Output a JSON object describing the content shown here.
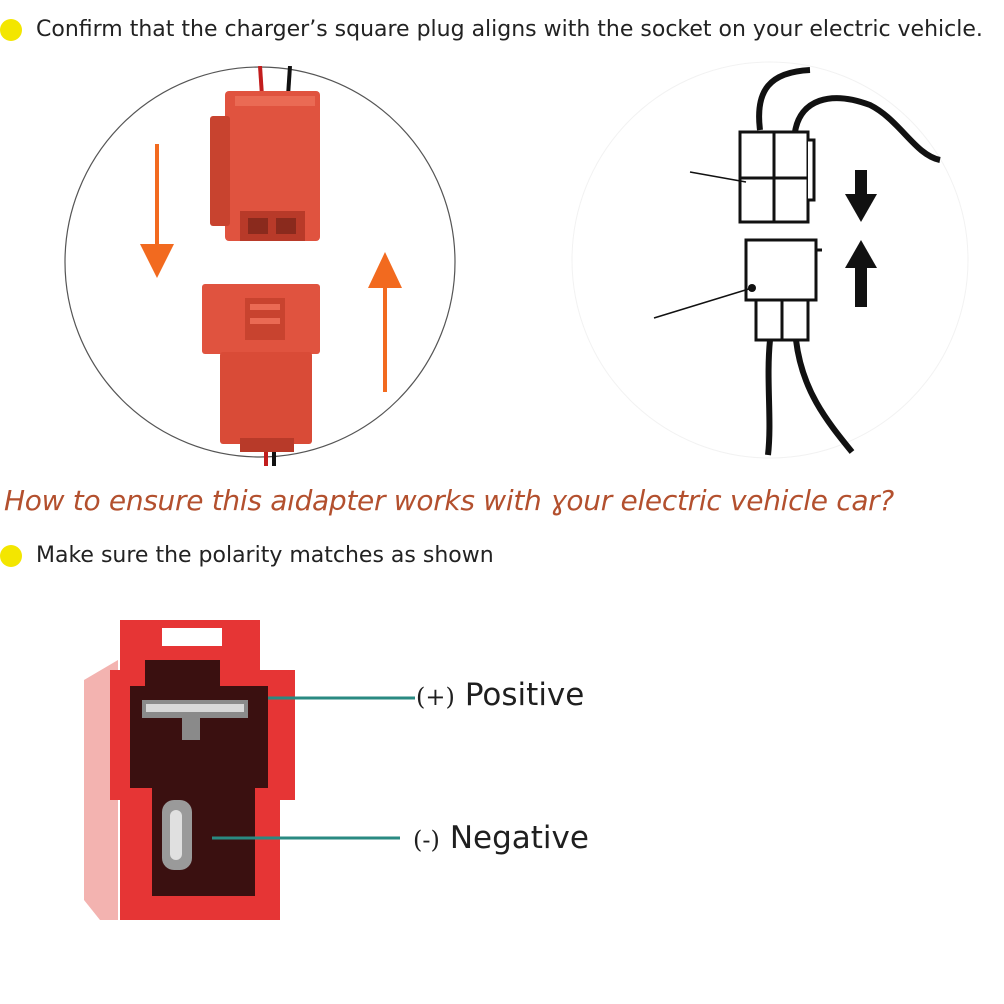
{
  "step1": {
    "text": "Confirm that the charger’s square plug aligns with the socket on your electric vehicle.",
    "dot_color": "#f3e600"
  },
  "question": {
    "text": "How to ensure this aıdapter works with ɣour electric vehicle car?",
    "color": "#b3502e"
  },
  "step2": {
    "text": "Make sure the polarity matches as shown",
    "dot_color": "#f3e600"
  },
  "polarity": {
    "positive": {
      "symbol": "(+)",
      "label": "Positive"
    },
    "negative": {
      "symbol": "(-)",
      "label": "Negative"
    }
  },
  "colors": {
    "plug_red": "#e0533f",
    "socket_red": "#e63535",
    "arrow_orange": "#f26a1f",
    "leader_teal": "#2a8a82"
  },
  "icons": [
    "bullet-dot-icon",
    "down-arrow-icon",
    "up-arrow-icon"
  ]
}
